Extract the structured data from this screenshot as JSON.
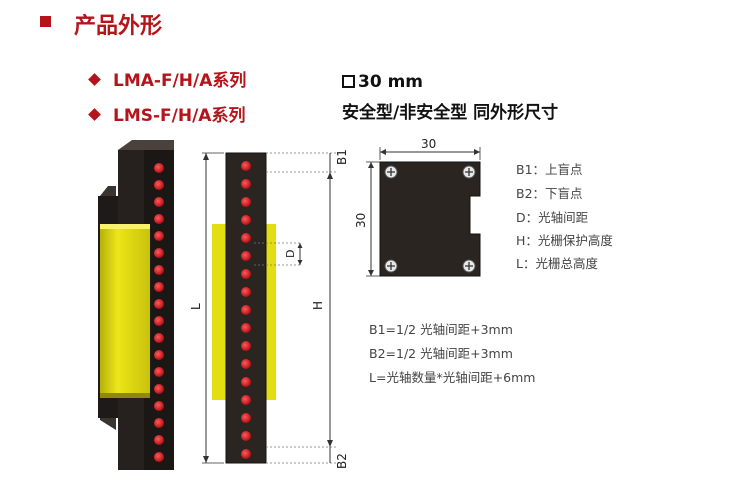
{
  "header": {
    "title": "产品外形"
  },
  "series": [
    {
      "label": "LMA-F/H/A系列"
    },
    {
      "label": "LMS-F/H/A系列"
    }
  ],
  "spec": {
    "size_label": "30 mm",
    "subtitle": "安全型/非安全型 同外形尺寸"
  },
  "drawing": {
    "label_L": "L",
    "label_H": "H",
    "label_D": "D",
    "label_B1": "B1",
    "label_B2": "B2",
    "width_dim": "30",
    "height_dim": "30"
  },
  "legend": [
    {
      "text": "B1：上盲点"
    },
    {
      "text": "B2：下盲点"
    },
    {
      "text": "D：光轴间距"
    },
    {
      "text": "H：光栅保护高度"
    },
    {
      "text": "L：光栅总高度"
    }
  ],
  "formulas": [
    {
      "text": "B1=1/2 光轴间距+3mm"
    },
    {
      "text": "B2=1/2 光轴间距+3mm"
    },
    {
      "text": "L=光轴数量*光轴间距+6mm"
    }
  ],
  "colors": {
    "accent": "#b5141a",
    "housing": "#2a2522",
    "shield": "#e3de12",
    "led": "#d8141e"
  }
}
